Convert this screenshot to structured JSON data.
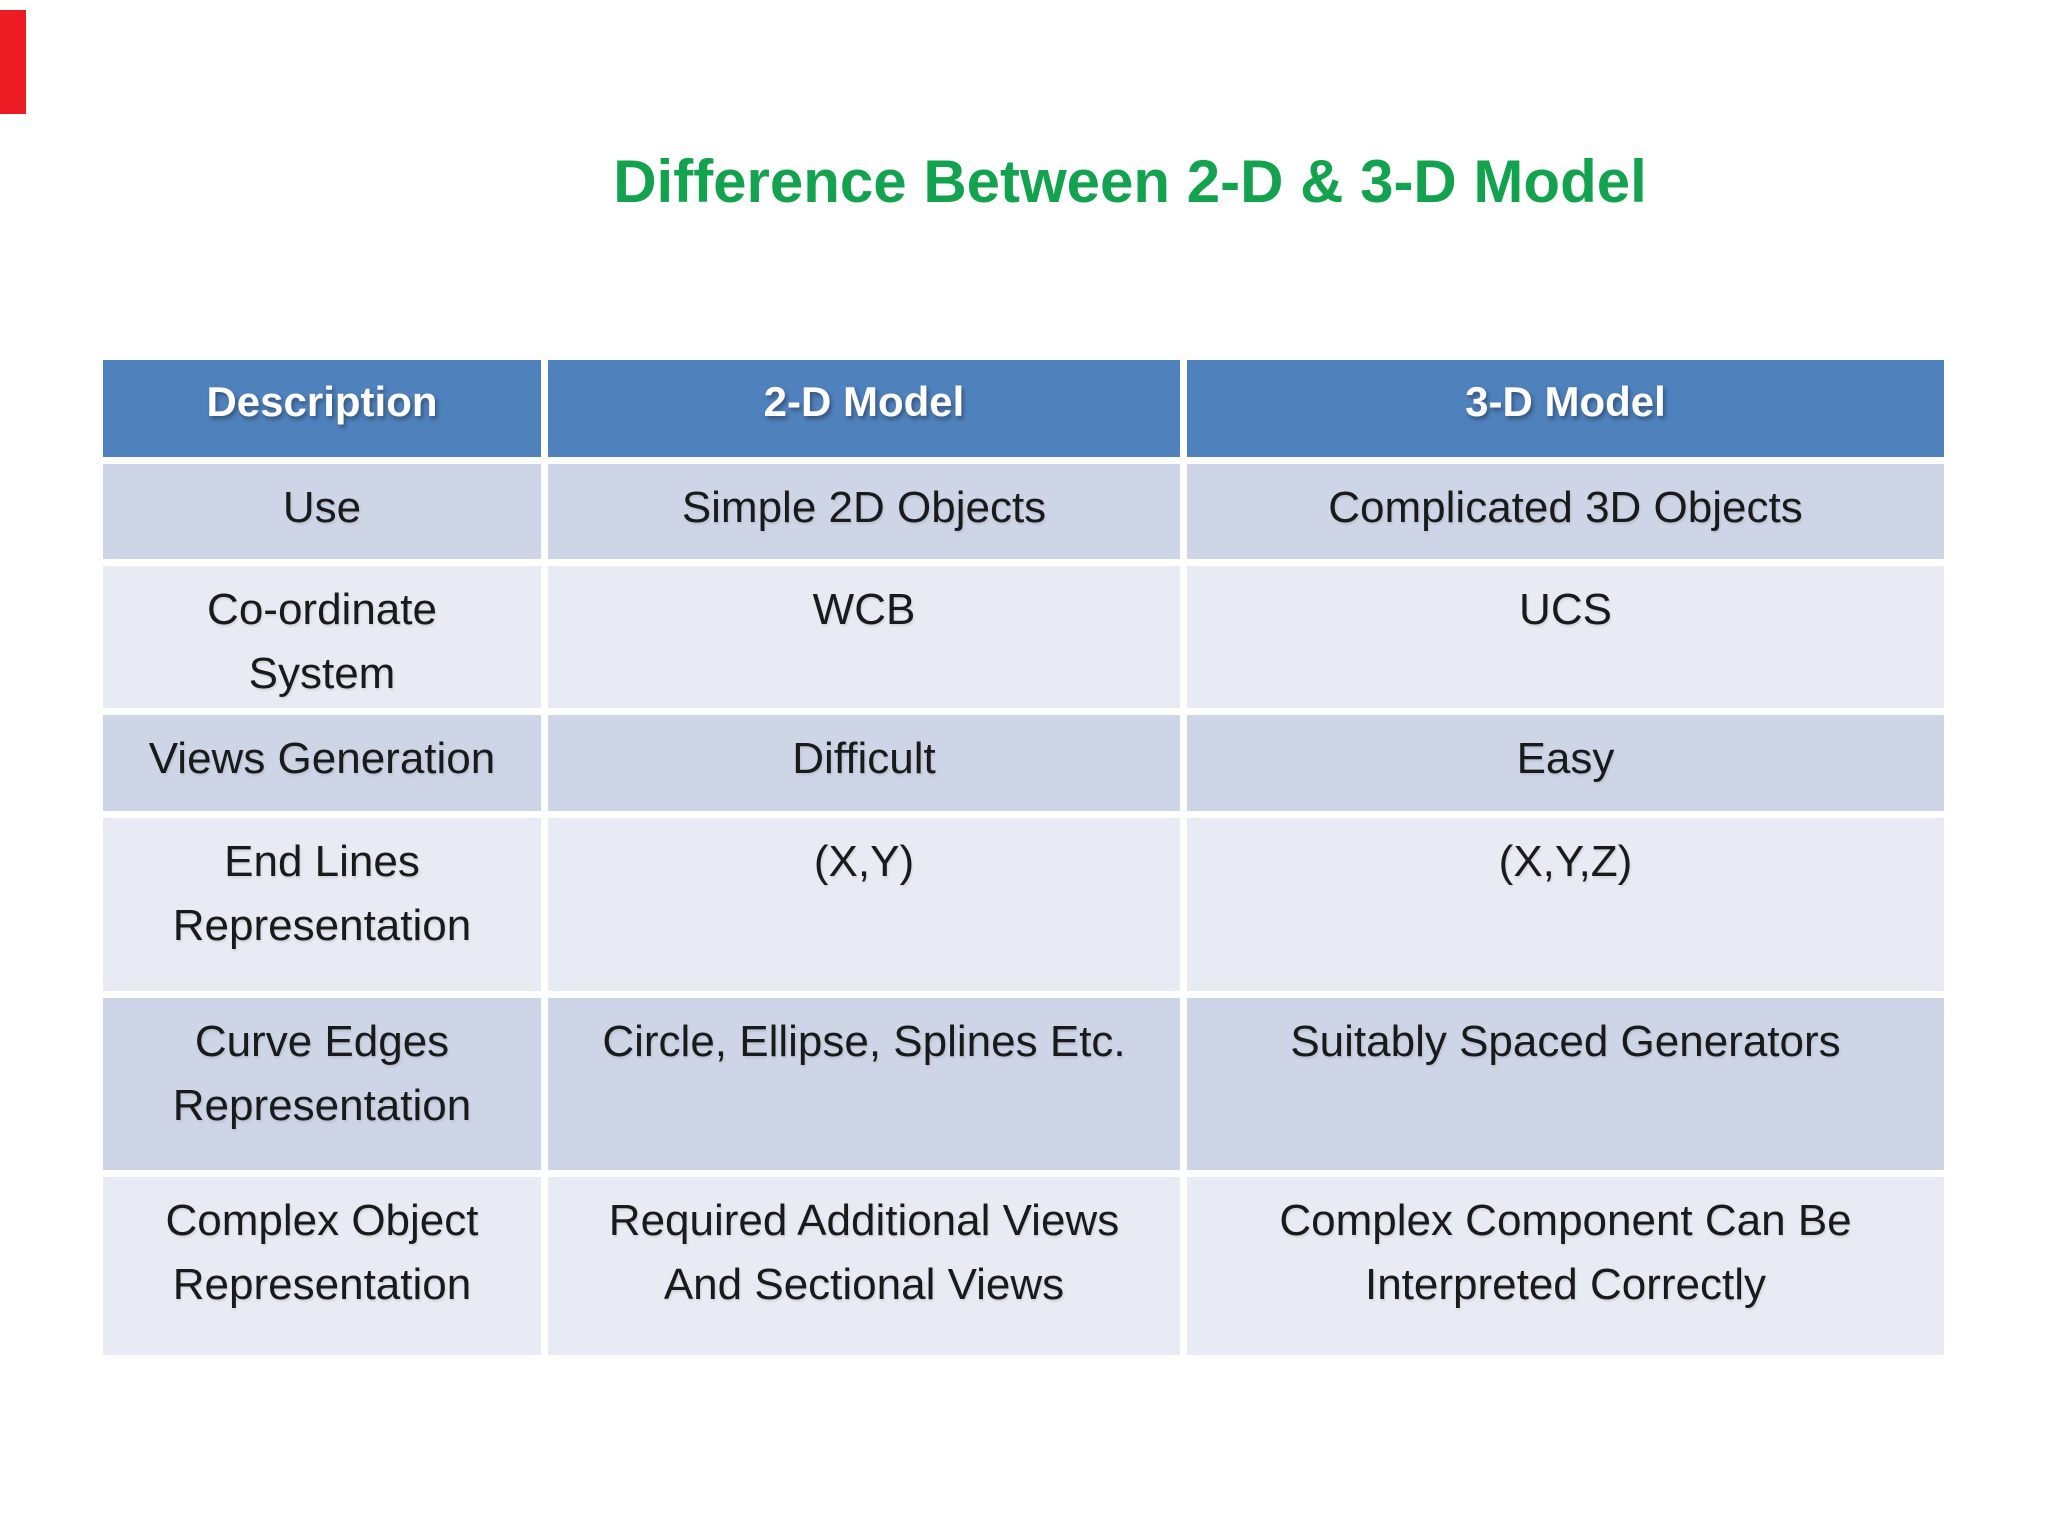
{
  "title": {
    "text": "Difference Between 2-D & 3-D Model",
    "color": "#13a24e"
  },
  "accent_bar": {
    "color": "#ec1c24"
  },
  "table": {
    "headers": [
      "Description",
      "2-D Model",
      "3-D Model"
    ],
    "rows": [
      {
        "description": "Use",
        "model2d": "Simple 2D Objects",
        "model3d": "Complicated 3D Objects"
      },
      {
        "description": "Co-ordinate System",
        "model2d": "WCB",
        "model3d": "UCS"
      },
      {
        "description": "Views Generation",
        "model2d": "Difficult",
        "model3d": "Easy"
      },
      {
        "description": "End Lines Representation",
        "model2d": "(X,Y)",
        "model3d": "(X,Y,Z)"
      },
      {
        "description": "Curve Edges Representation",
        "model2d": "Circle, Ellipse, Splines Etc.",
        "model3d": "Suitably Spaced Generators"
      },
      {
        "description": "Complex Object Representation",
        "model2d": "Required Additional Views And Sectional Views",
        "model3d": "Complex Component Can Be Interpreted Correctly"
      }
    ],
    "colors": {
      "header_bg": "#4f81bd",
      "header_text": "#ffffff",
      "row_band_dark": "#ced5e7",
      "row_band_light": "#e9ebf4",
      "body_text": "#1a1a1a"
    }
  }
}
